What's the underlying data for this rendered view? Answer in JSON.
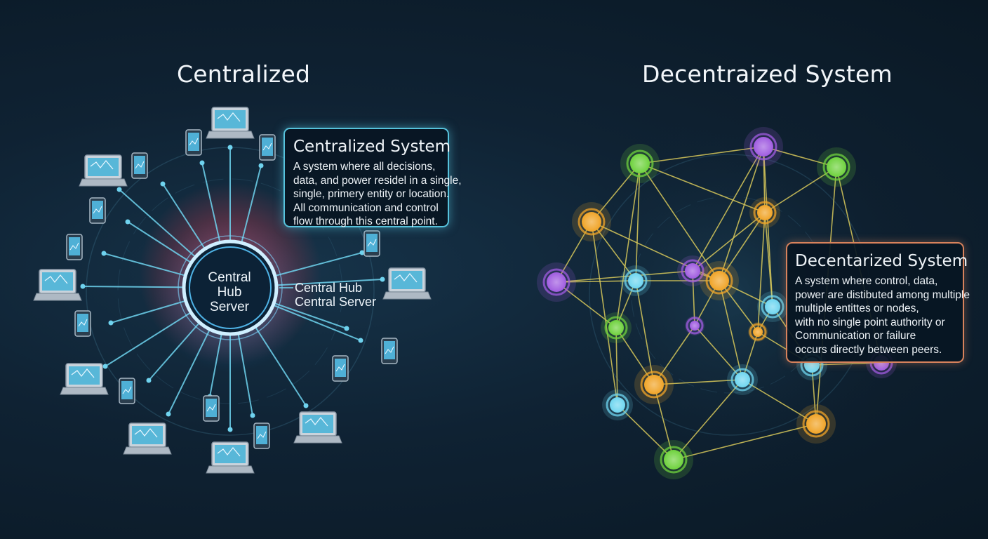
{
  "left_title": "Centralized",
  "right_title": "Decentraized System",
  "left_card": {
    "heading": "Centralized System",
    "lines": [
      "A system where all decisions,",
      "data, and power residel in a single,",
      "single, primery entity or location.",
      "All communication and control",
      "flow through this central point."
    ]
  },
  "hub": {
    "inner_lines": [
      "Central",
      "Hub",
      "Server"
    ],
    "side_lines": [
      "Central Hub",
      "Central Server"
    ]
  },
  "right_card": {
    "heading": "Decentarized System",
    "lines": [
      "A system where control, data,",
      "power are distibuted among multiple",
      "multiple entittes or nodes,",
      "with no single point authority or",
      "Communication or failure",
      "occurs directly between peers."
    ]
  },
  "colors": {
    "background": "#0f2233",
    "spoke": "#6fd3ef",
    "hub_glow": "#ff4d4d",
    "hub_ring": "#bfe9ff",
    "mesh_line": "#d8c95a",
    "left_card_border": "#56c2dc",
    "right_card_border": "#d8825c",
    "node_green": "#6fd23e",
    "node_purple": "#a05ce0",
    "node_orange": "#f0a428",
    "node_cyan": "#6fd6f0"
  },
  "devices": [
    {
      "kind": "laptop-icon"
    },
    {
      "kind": "phone-icon"
    },
    {
      "kind": "phone-icon"
    },
    {
      "kind": "laptop-icon"
    },
    {
      "kind": "phone-icon"
    },
    {
      "kind": "phone-icon"
    },
    {
      "kind": "phone-icon"
    },
    {
      "kind": "laptop-icon"
    },
    {
      "kind": "phone-icon"
    },
    {
      "kind": "laptop-icon"
    },
    {
      "kind": "phone-icon"
    },
    {
      "kind": "laptop-icon"
    },
    {
      "kind": "phone-icon"
    },
    {
      "kind": "laptop-icon"
    },
    {
      "kind": "phone-icon"
    },
    {
      "kind": "laptop-icon"
    },
    {
      "kind": "phone-icon"
    },
    {
      "kind": "phone-icon"
    },
    {
      "kind": "phone-icon"
    },
    {
      "kind": "laptop-icon"
    }
  ],
  "mesh_nodes": [
    {
      "color": "green",
      "size": "large"
    },
    {
      "color": "purple",
      "size": "large"
    },
    {
      "color": "green",
      "size": "large"
    },
    {
      "color": "orange",
      "size": "large"
    },
    {
      "color": "orange",
      "size": "medium"
    },
    {
      "color": "purple",
      "size": "large"
    },
    {
      "color": "cyan",
      "size": "medium"
    },
    {
      "color": "purple",
      "size": "medium"
    },
    {
      "color": "orange",
      "size": "large"
    },
    {
      "color": "green",
      "size": "medium"
    },
    {
      "color": "purple",
      "size": "small"
    },
    {
      "color": "cyan",
      "size": "medium"
    },
    {
      "color": "orange",
      "size": "small"
    },
    {
      "color": "orange",
      "size": "large"
    },
    {
      "color": "cyan",
      "size": "medium"
    },
    {
      "color": "cyan",
      "size": "medium"
    },
    {
      "color": "cyan",
      "size": "medium"
    },
    {
      "color": "orange",
      "size": "large"
    },
    {
      "color": "green",
      "size": "large"
    },
    {
      "color": "purple",
      "size": "medium"
    }
  ]
}
